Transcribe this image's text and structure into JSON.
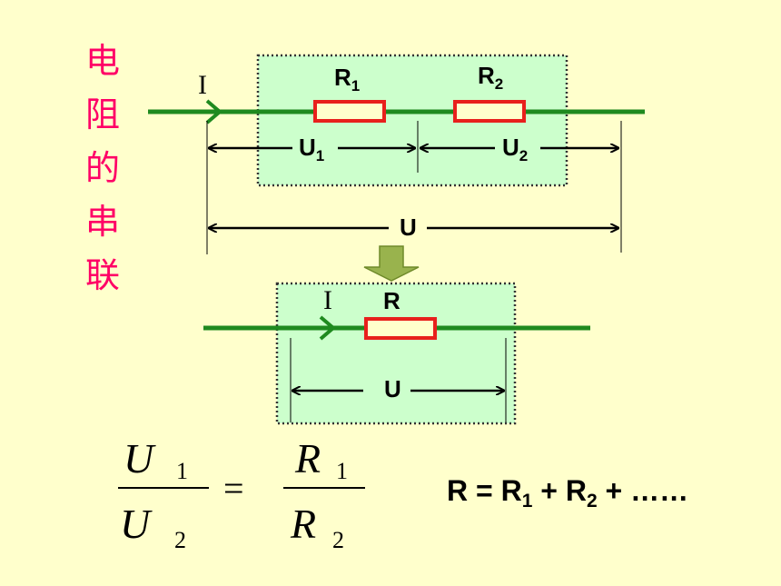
{
  "title_chars": [
    "电",
    "阻",
    "的",
    "串",
    "联"
  ],
  "top_circuit": {
    "current_label": "I",
    "r1_label": "R",
    "r1_sub": "1",
    "r2_label": "R",
    "r2_sub": "2",
    "u1_label": "U",
    "u1_sub": "1",
    "u2_label": "U",
    "u2_sub": "2",
    "u_label": "U"
  },
  "bottom_circuit": {
    "current_label": "I",
    "r_label": "R",
    "u_label": "U"
  },
  "ratio": {
    "num_left": "U",
    "num_left_sub": "1",
    "den_left": "U",
    "den_left_sub": "2",
    "equals": "=",
    "num_right": "R",
    "num_right_sub": "1",
    "den_right": "R",
    "den_right_sub": "2"
  },
  "series_formula": {
    "r": "R",
    "eq": " = ",
    "r1": "R",
    "r1_sub": "1",
    "plus1": " + ",
    "r2": "R",
    "r2_sub": "2",
    "tail": " + ……"
  },
  "colors": {
    "background": "#ffffcc",
    "wire": "#1f8a1f",
    "resistor": "#e8201c",
    "box_fill": "#ccffcc",
    "title": "#ff0066",
    "transform_arrow": "#99b34d"
  }
}
